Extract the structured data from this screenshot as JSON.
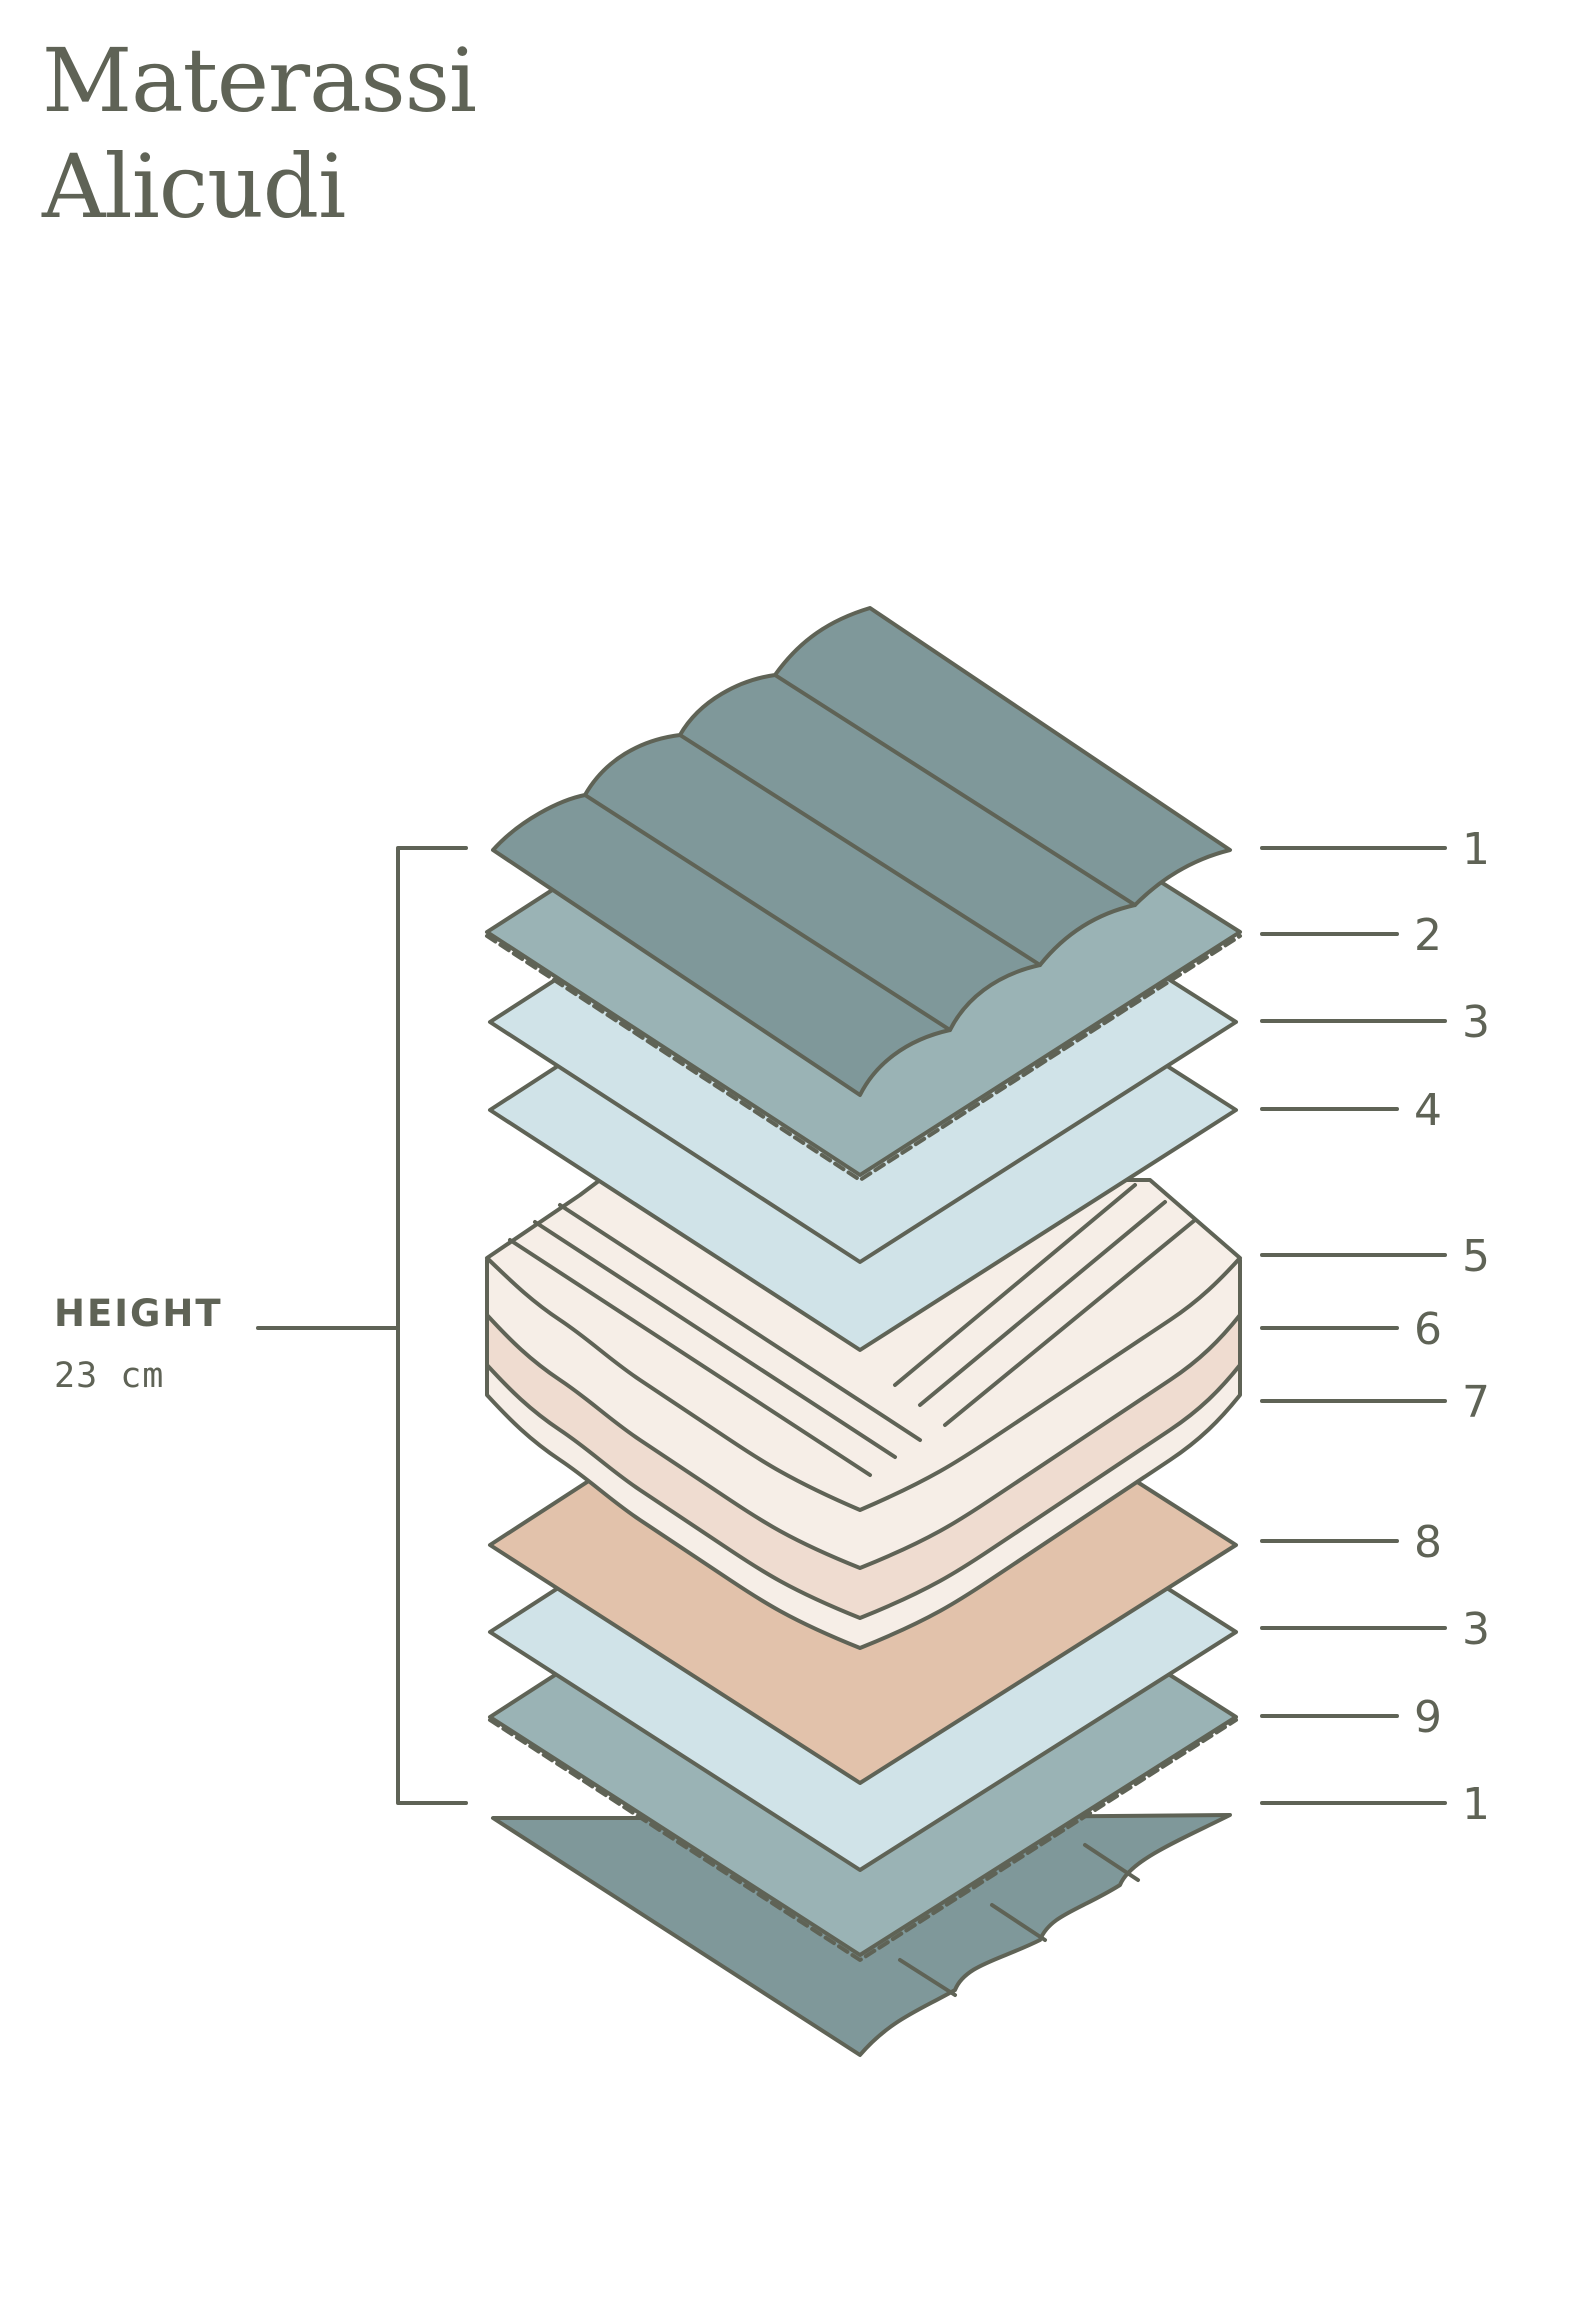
{
  "title": {
    "line1": "Materassi",
    "line2": "Alicudi"
  },
  "height": {
    "label": "HEIGHT",
    "value": "23 cm"
  },
  "layer_labels": [
    "1",
    "2",
    "3",
    "4",
    "5",
    "6",
    "7",
    "8",
    "3",
    "9",
    "1"
  ],
  "colors": {
    "text": "#5f6356",
    "outline": "#5f6356",
    "teal_dark": "#7f989a",
    "teal_mid": "#9ab3b5",
    "light_blue": "#d0e3e8",
    "foam_cream": "#f6eee7",
    "foam_pink": "#efdcd0",
    "tan": "#e2c2ab"
  }
}
